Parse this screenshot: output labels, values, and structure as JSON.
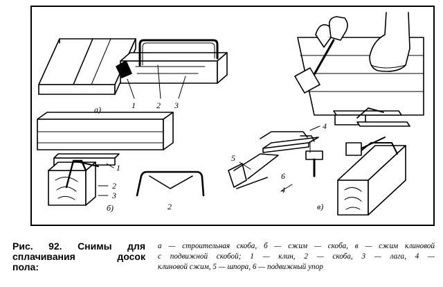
{
  "figure": {
    "panel_labels": [
      "а)",
      "б)",
      "в)"
    ],
    "part_labels_a": [
      "1",
      "2",
      "3"
    ],
    "part_labels_b": [
      "1",
      "2",
      "3",
      "2"
    ],
    "part_labels_c": [
      "5",
      "4",
      "6",
      "4"
    ]
  },
  "caption": {
    "title_lines": [
      "Рис. 92. Снимы для",
      "сплачивания досок",
      "пола:"
    ],
    "text_lines": [
      "а — строительная скоба, б — сжим — скоба, в — сжим клиновой",
      "с подвижной скобой; 1 — клин, 2 — скоба, 3 — лага, 4 —",
      "клиновой сжим, 5 — шпора, 6 — подвижный упор"
    ]
  }
}
